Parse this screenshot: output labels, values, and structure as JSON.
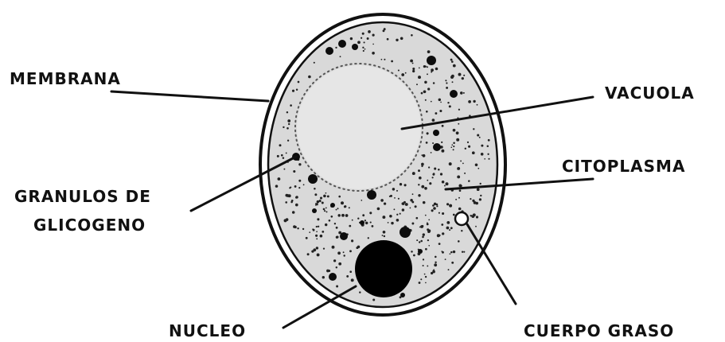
{
  "labels": {
    "membrana": "MEMBRANA",
    "vacuola": "VACUOLA",
    "citoplasma": "CITOPLASMA",
    "granulos_line1": "GRANULOS DE",
    "granulos_line2": "GLICOGENO",
    "nucleo": "NUCLEO",
    "cuerpo_graso": "CUERPO GRASO"
  },
  "colors": {
    "outline": "#111111",
    "cytoplasm": "#d9d9d9",
    "vacuole": "#e6e6e6",
    "granule": "#0d0d0d",
    "nucleus": "#000000",
    "fat_body": "#ffffff"
  }
}
